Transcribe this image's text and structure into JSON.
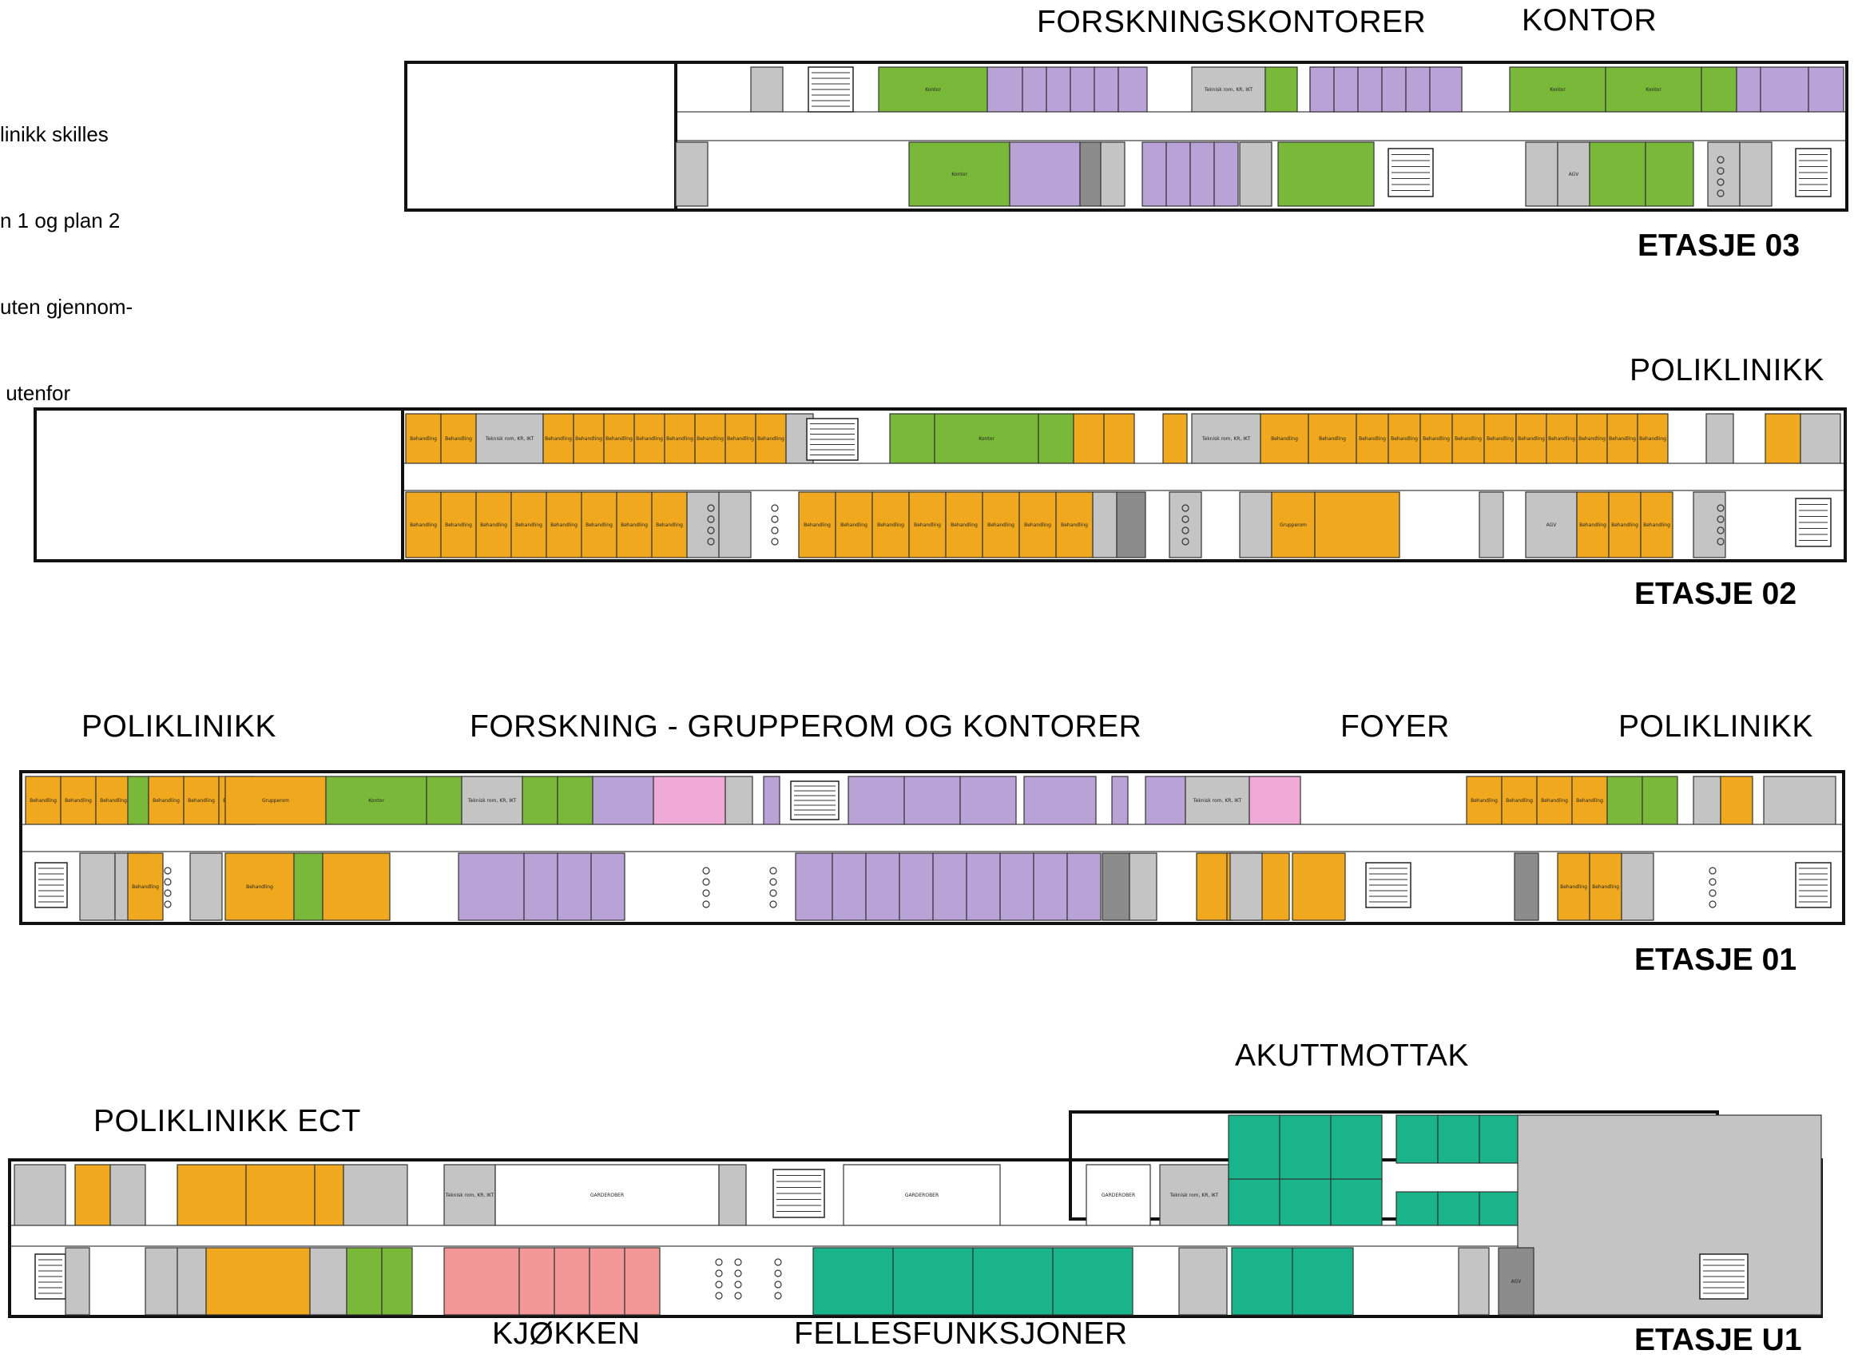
{
  "note": {
    "lines": [
      "linikk skilles",
      "n 1 og plan 2",
      "uten gjennom-",
      " utenfor"
    ]
  },
  "colors": {
    "orange": "#f0a91e",
    "green": "#7ab83a",
    "purple": "#b8a2d6",
    "pink": "#efaad8",
    "teal": "#1ab48a",
    "salmon": "#f29898",
    "grey": "#c4c4c4",
    "darkgrey": "#8c8c8c",
    "wall": "#111111"
  },
  "floors": [
    {
      "id": "etasje-03",
      "title": "ETASJE 03",
      "zones": [
        "FORSKNINGSKONTORER",
        "KONTOR"
      ]
    },
    {
      "id": "etasje-02",
      "title": "ETASJE 02",
      "zones": [
        "POLIKLINIKK"
      ]
    },
    {
      "id": "etasje-01",
      "title": "ETASJE 01",
      "zones": [
        "POLIKLINIKK",
        "FORSKNING - GRUPPEROM OG KONTORER",
        "FOYER",
        "POLIKLINIKK"
      ]
    },
    {
      "id": "etasje-u1",
      "title": "ETASJE U1",
      "zones": [
        "POLIKLINIKK ECT",
        "AKUTTMOTTAK",
        "KJØKKEN",
        "FELLESFUNKSJONER"
      ]
    }
  ],
  "room_labels": {
    "behandling": "Behandling",
    "kontor": "Kontor",
    "grupperom": "Grupperom",
    "teknisk": "Teknisk rom, KR, IKT",
    "garderober": "GARDEROBER",
    "agv": "AGV"
  }
}
